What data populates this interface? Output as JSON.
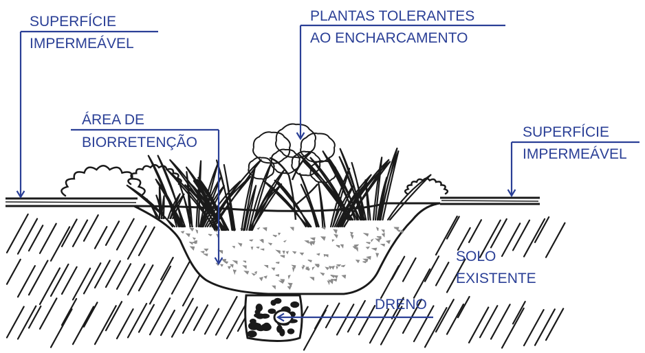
{
  "colors": {
    "label": "#2a3f96",
    "ink": "#1a1a1a",
    "gravel": "#8a8a8a"
  },
  "labels": {
    "left_surface": [
      "SUPERFÍCIE",
      "IMPERMEÁVEL"
    ],
    "plants": [
      "PLANTAS TOLERANTES",
      "AO ENCHARCAMENTO"
    ],
    "bioretention": [
      "ÁREA DE",
      "BIORRETENÇÃO"
    ],
    "right_surface": [
      "SUPERFÍCIE",
      "IMPERMEÁVEL"
    ],
    "soil": [
      "SOLO",
      "EXISTENTE"
    ],
    "drain": "DRENO"
  }
}
